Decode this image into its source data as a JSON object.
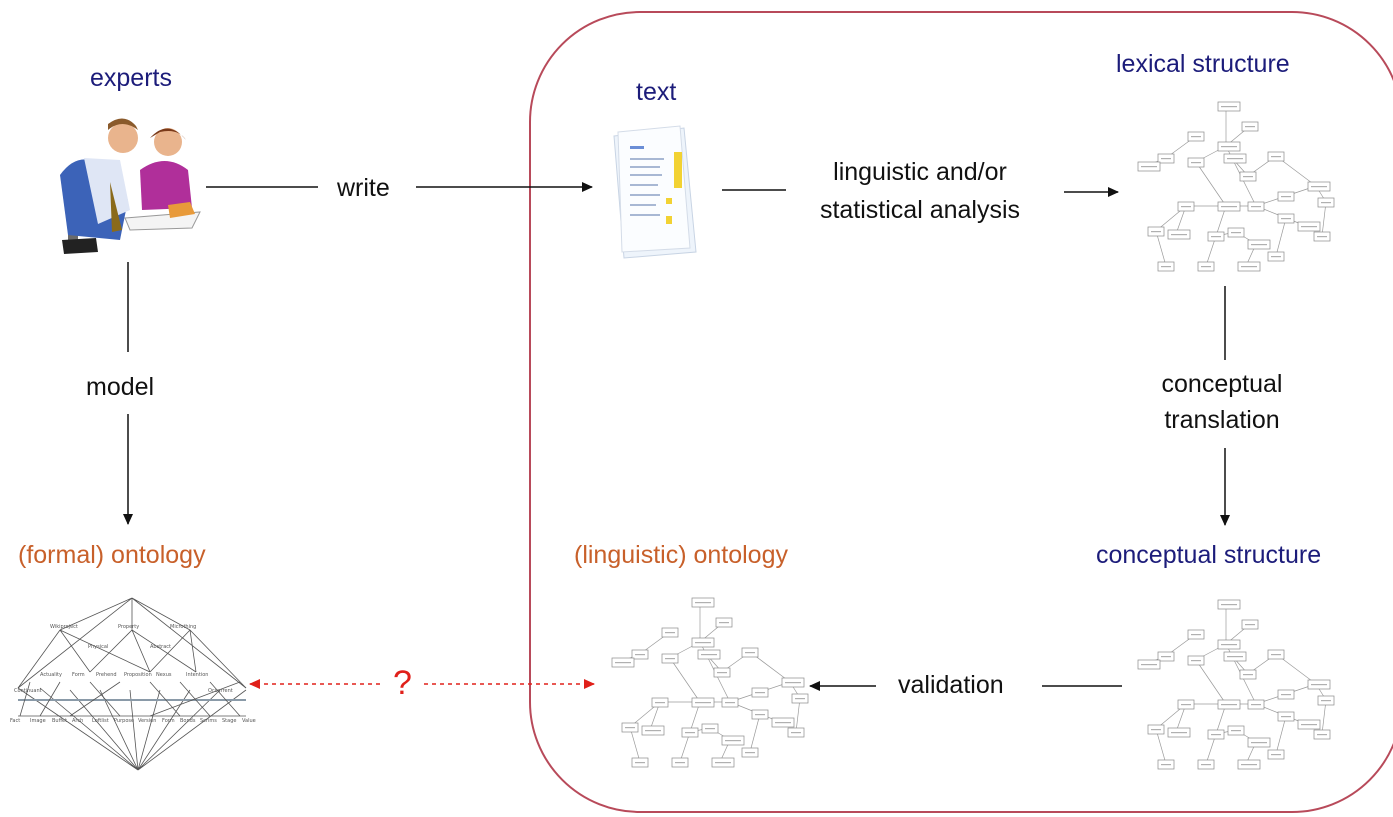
{
  "labels": {
    "experts": "experts",
    "text": "text",
    "lexical_structure": "lexical structure",
    "formal_ontology": "(formal) ontology",
    "linguistic_ontology": "(linguistic) ontology",
    "conceptual_structure": "conceptual structure"
  },
  "steps": {
    "write": "write",
    "model": "model",
    "analysis_line1": "linguistic and/or",
    "analysis_line2": "statistical analysis",
    "conceptual_line1": "conceptual",
    "conceptual_line2": "translation",
    "validation": "validation"
  },
  "question": "?",
  "colors": {
    "title_blue": "#1c1c7a",
    "ontology_orange": "#c8602a",
    "frame_red": "#b84a5a",
    "question_red": "#e0201a"
  }
}
